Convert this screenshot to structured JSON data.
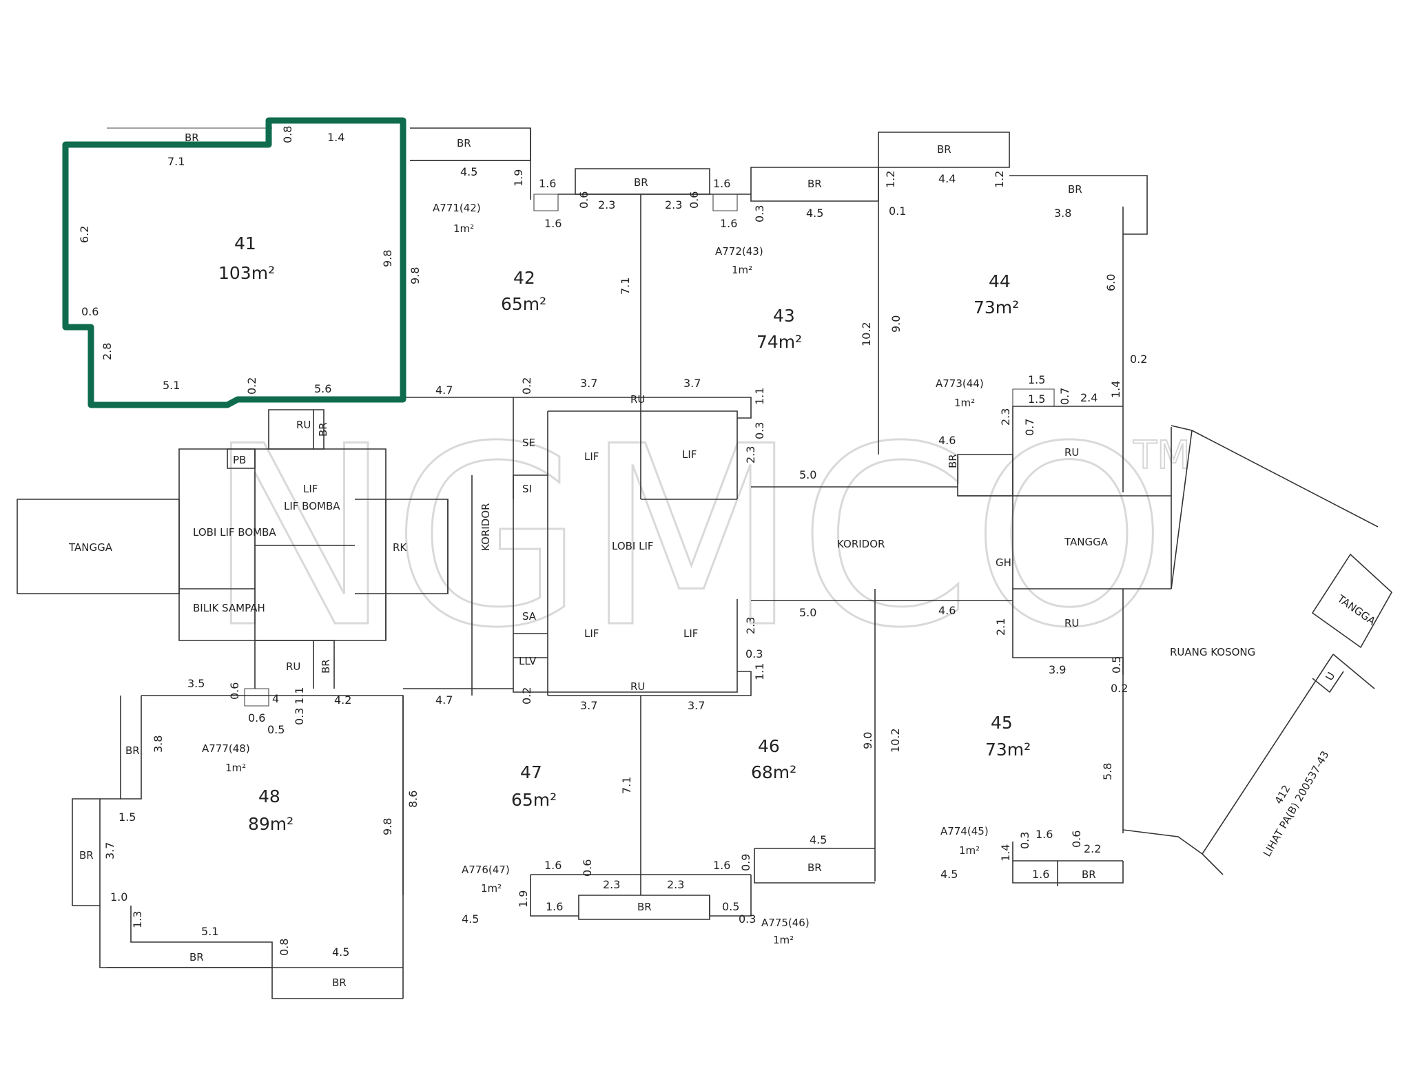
{
  "watermark": {
    "text": "NGMCO",
    "tm": "TM"
  },
  "colors": {
    "highlight": "#0e6b4e",
    "line": "#333333"
  },
  "parcels": [
    {
      "id": "41",
      "area": "103m²"
    },
    {
      "id": "42",
      "area": "65m²"
    },
    {
      "id": "43",
      "area": "74m²"
    },
    {
      "id": "44",
      "area": "73m²"
    },
    {
      "id": "45",
      "area": "73m²"
    },
    {
      "id": "46",
      "area": "68m²"
    },
    {
      "id": "47",
      "area": "65m²"
    },
    {
      "id": "48",
      "area": "89m²"
    }
  ],
  "accessory": [
    {
      "code": "A771(42)",
      "area": "1m²"
    },
    {
      "code": "A772(43)",
      "area": "1m²"
    },
    {
      "code": "A773(44)",
      "area": "1m²"
    },
    {
      "code": "A774(45)",
      "area": "1m²"
    },
    {
      "code": "A775(46)",
      "area": "1m²"
    },
    {
      "code": "A776(47)",
      "area": "1m²"
    },
    {
      "code": "A777(48)",
      "area": "1m²"
    }
  ],
  "labels": {
    "br": "BR",
    "ru": "RU",
    "pb": "PB",
    "lif": "LIF",
    "lif_short": "LIF",
    "lif_bomba": "LIF BOMBA",
    "lobi_lif_bomba": "LOBI LIF BOMBA",
    "tangga": "TANGGA",
    "bilik_sampah": "BILIK SAMPAH",
    "rk": "RK",
    "koridor": "KORIDOR",
    "lobi_lif": "LOBI LIF",
    "se": "SE",
    "si": "SI",
    "sa": "SA",
    "llv": "LLV",
    "gh": "GH",
    "ruang_kosong": "RUANG KOSONG",
    "parcel_412": "412",
    "lihat": "LIHAT PA(B) 200537-43",
    "u": "U"
  },
  "dims": {
    "d71": "7.1",
    "d62": "6.2",
    "d06": "0.6",
    "d28": "2.8",
    "d51": "5.1",
    "d02": "0.2",
    "d56": "5.6",
    "d98": "9.8",
    "d08": "0.8",
    "d14": "1.4",
    "d45": "4.5",
    "d19": "1.9",
    "d16": "1.6",
    "d23": "2.3",
    "d03": "0.3",
    "d47": "4.7",
    "d37": "3.7",
    "d12": "1.2",
    "d44": "4.4",
    "d38": "3.8",
    "d01": "0.1",
    "d60": "6.0",
    "d90": "9.0",
    "d102": "10.2",
    "d15": "1.5",
    "d07": "0.7",
    "d24": "2.4",
    "d46": "4.6",
    "d50": "5.0",
    "d11": "1.1",
    "d21": "2.1",
    "d39": "3.9",
    "d05": "0.5",
    "d58": "5.8",
    "d22": "2.2",
    "d35": "3.5",
    "d04": "4",
    "d42": "4.2",
    "d10": "1.0",
    "d13": "1.3",
    "d86": "8.6",
    "d09": "0.9",
    "d27": "3.7"
  }
}
